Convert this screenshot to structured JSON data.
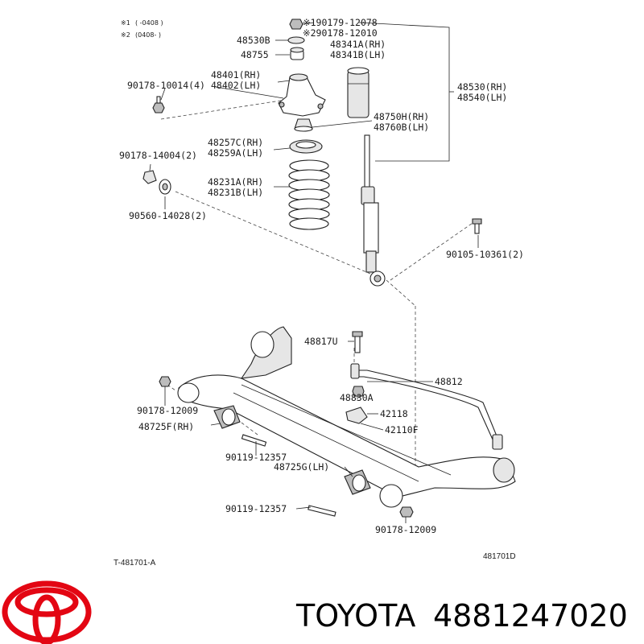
{
  "notes": [
    {
      "mark": "※1",
      "range": "(      -0408   )"
    },
    {
      "mark": "※2",
      "range": "(0408-        )"
    }
  ],
  "labels": {
    "p90179": "※190179-12078",
    "p90178_12010": "※290178-12010",
    "p48530B": "48530B",
    "p48755": "48755",
    "p48341A": "48341A(RH)",
    "p48341B": "48341B(LH)",
    "p48401": "48401(RH)",
    "p48402": "48402(LH)",
    "p90178_10014": "90178-10014(4)",
    "p48530": "48530(RH)",
    "p48540": "48540(LH)",
    "p48750H": "48750H(RH)",
    "p48760B": "48760B(LH)",
    "p48257C": "48257C(RH)",
    "p48259A": "48259A(LH)",
    "p90178_14004": "90178-14004(2)",
    "p48231A": "48231A(RH)",
    "p48231B": "48231B(LH)",
    "p90560": "90560-14028(2)",
    "p90105": "90105-10361(2)",
    "p48817U": "48817U",
    "p48812": "48812",
    "p90178_12009a": "90178-12009",
    "p48830A": "48830A",
    "p42118": "42118",
    "p48725F": "48725F(RH)",
    "p42110F": "42110F",
    "p90119a": "90119-12357",
    "p48725G": "48725G(LH)",
    "p90119b": "90119-12357",
    "p90178_12009b": "90178-12009"
  },
  "ref_left": "T-481701-A",
  "ref_right": "481701D",
  "brand": {
    "name": "TOYOTA",
    "part_number": "4881247020",
    "logo_color": "#e30613"
  }
}
